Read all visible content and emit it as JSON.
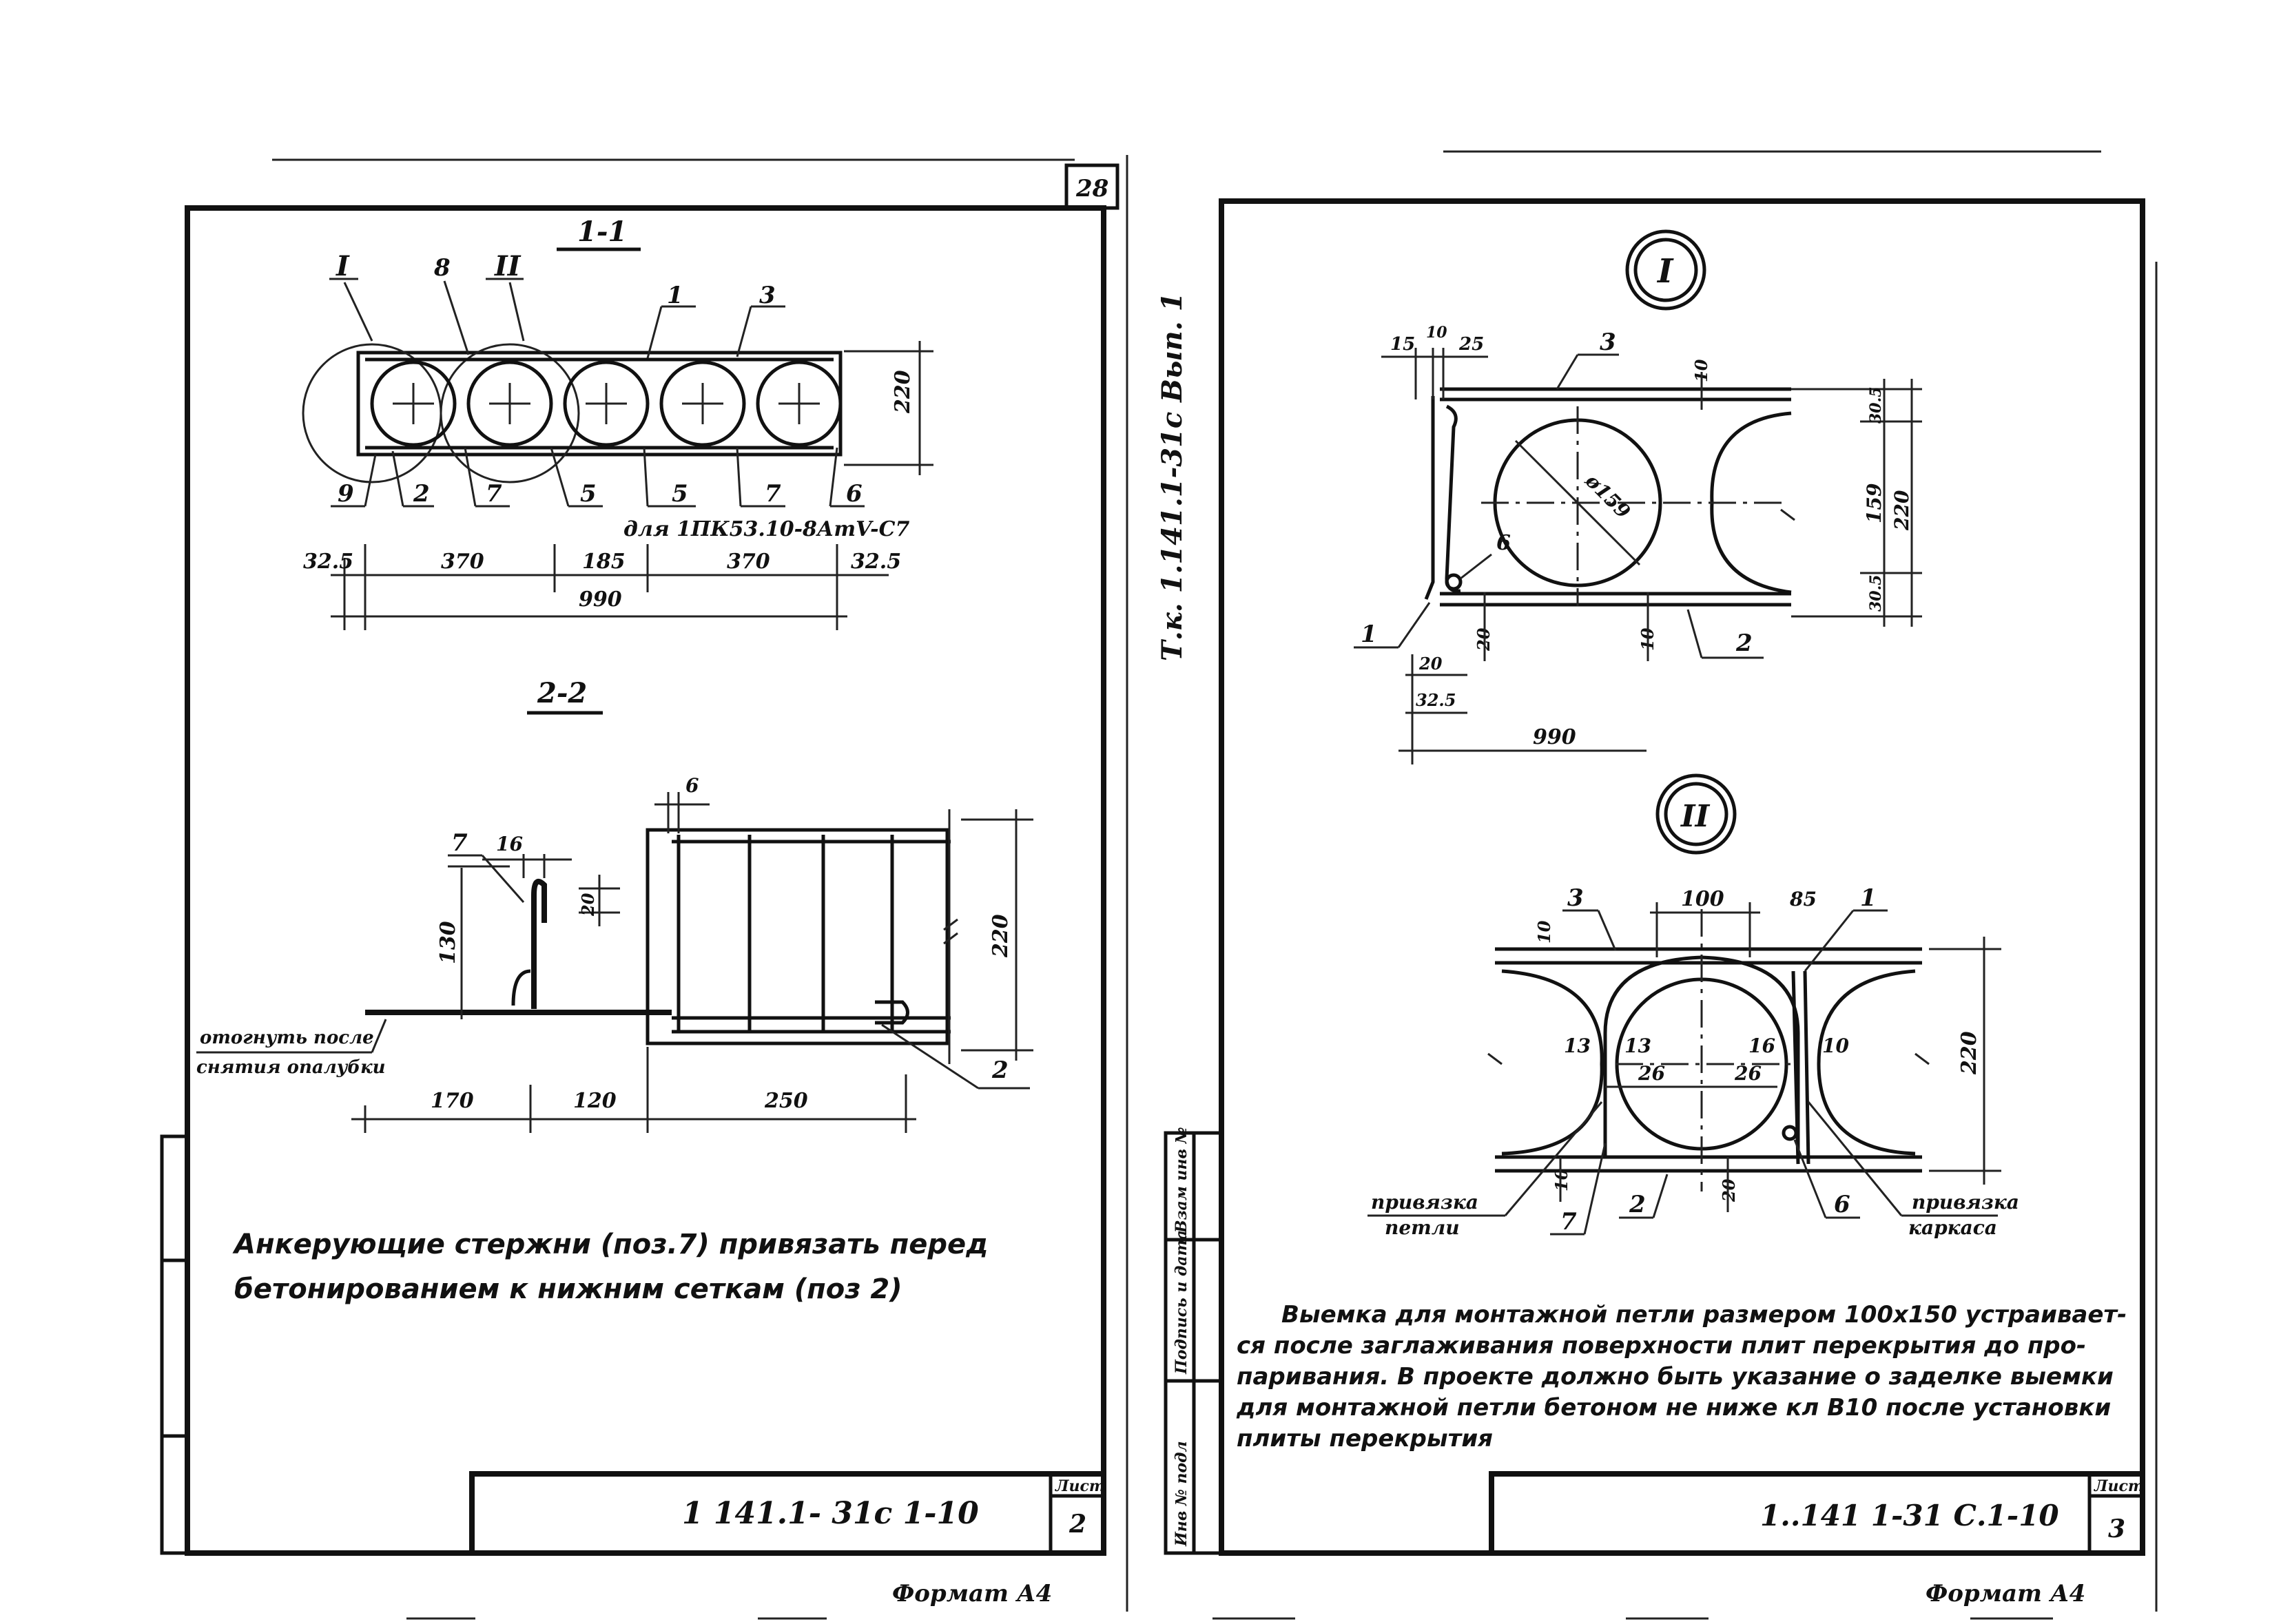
{
  "sheet_number": "28",
  "series_code": "Т.к. 1.141.1-31с Вып. 1",
  "format_label": "Формат А4",
  "left": {
    "section_1_1": "1-1",
    "section_2_2": "2-2",
    "detail_I": "I",
    "detail_II": "II",
    "pos_labels": [
      "8",
      "1",
      "3",
      "9",
      "2",
      "7",
      "5",
      "5",
      "7",
      "6"
    ],
    "slab_note": "для 1ПК53.10-8АтV-С7",
    "dims_1_1": [
      "32.5",
      "370",
      "185",
      "370",
      "32.5",
      "990",
      "220"
    ],
    "dims_2_2": [
      "7",
      "16",
      "6",
      "130",
      "20",
      "220",
      "2",
      "170",
      "120",
      "250"
    ],
    "bend_note_1": "отогнуть после",
    "bend_note_2": "снятия опалубки",
    "anchor_note_1": "Анкерующие стержни (поз.7) привязать перед",
    "anchor_note_2": "бетонированием к нижним сеткам (поз 2)",
    "title_code": "1 141.1- 31с 1-10",
    "sheet_label": "Лист",
    "sheet_value": "2"
  },
  "right": {
    "detail_I": "I",
    "detail_II": "II",
    "dims_I": [
      "15",
      "10",
      "25",
      "3",
      "10",
      "ø159",
      "6",
      "1",
      "20",
      "10",
      "2",
      "30.5",
      "159",
      "220",
      "30.5",
      "20",
      "32.5",
      "990"
    ],
    "dims_II": [
      "3",
      "10",
      "100",
      "85",
      "1",
      "13",
      "13",
      "26",
      "26",
      "16",
      "10",
      "220",
      "10",
      "7",
      "2",
      "20",
      "6"
    ],
    "tie_loop_1": "привязка",
    "tie_loop_2": "петли",
    "tie_cage_1": "привязка",
    "tie_cage_2": "каркаса",
    "note_lines": [
      "Выемка для монтажной петли размером 100х150 устраивает-",
      "ся после заглаживания поверхности плит перекрытия до про-",
      "паривания. В проекте должно быть указание о заделке выемки",
      "для монтажной петли бетоном не ниже кл В10 после установки",
      "плиты перекрытия"
    ],
    "stamp_cols": [
      "Инв № подл",
      "Подпись и дата",
      "Взам инв №"
    ],
    "title_code": "1..141 1-31 С.1-10",
    "sheet_label": "Лист",
    "sheet_value": "3"
  }
}
